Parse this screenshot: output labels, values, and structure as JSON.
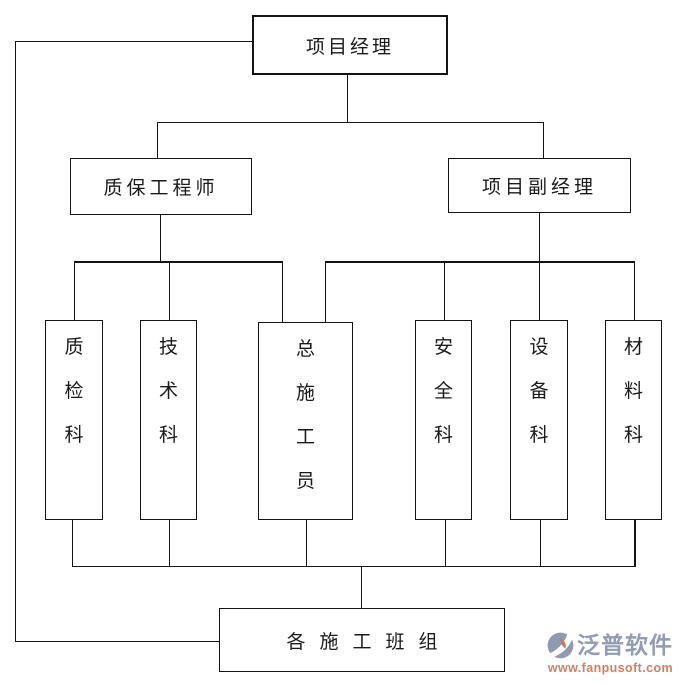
{
  "diagram": {
    "type": "org-chart",
    "line_color": "#141414",
    "box_background": "#ffffff",
    "nodes": {
      "root": {
        "label": "项目经理"
      },
      "qa": {
        "label": "质保工程师"
      },
      "deputy": {
        "label": "项目副经理"
      },
      "sections": [
        {
          "label": "质检科"
        },
        {
          "label": "技术科"
        },
        {
          "label": "总施工员"
        },
        {
          "label": "安全科"
        },
        {
          "label": "设备科"
        },
        {
          "label": "材料科"
        }
      ],
      "teams": {
        "label": "各施工班组"
      }
    },
    "edges": [
      {
        "from": "项目经理",
        "to": "质保工程师"
      },
      {
        "from": "项目经理",
        "to": "项目副经理"
      },
      {
        "from": "质保工程师",
        "to": "质检科"
      },
      {
        "from": "质保工程师",
        "to": "技术科"
      },
      {
        "from": "质保工程师",
        "to": "总施工员"
      },
      {
        "from": "项目副经理",
        "to": "总施工员"
      },
      {
        "from": "项目副经理",
        "to": "安全科"
      },
      {
        "from": "项目副经理",
        "to": "设备科"
      },
      {
        "from": "项目副经理",
        "to": "材料科"
      },
      {
        "from": "质检科",
        "to": "各施工班组"
      },
      {
        "from": "技术科",
        "to": "各施工班组"
      },
      {
        "from": "总施工员",
        "to": "各施工班组"
      },
      {
        "from": "安全科",
        "to": "各施工班组"
      },
      {
        "from": "设备科",
        "to": "各施工班组"
      },
      {
        "from": "材料科",
        "to": "各施工班组"
      },
      {
        "from": "各施工班组",
        "to": "项目经理",
        "note": "left-side feedback loop"
      }
    ]
  },
  "watermark": {
    "brand": "泛普软件",
    "url": "www.fanpusoft.com",
    "brand_color": "#929cb3",
    "url_color": "#d0815f",
    "logo": "fanpu-logo"
  }
}
